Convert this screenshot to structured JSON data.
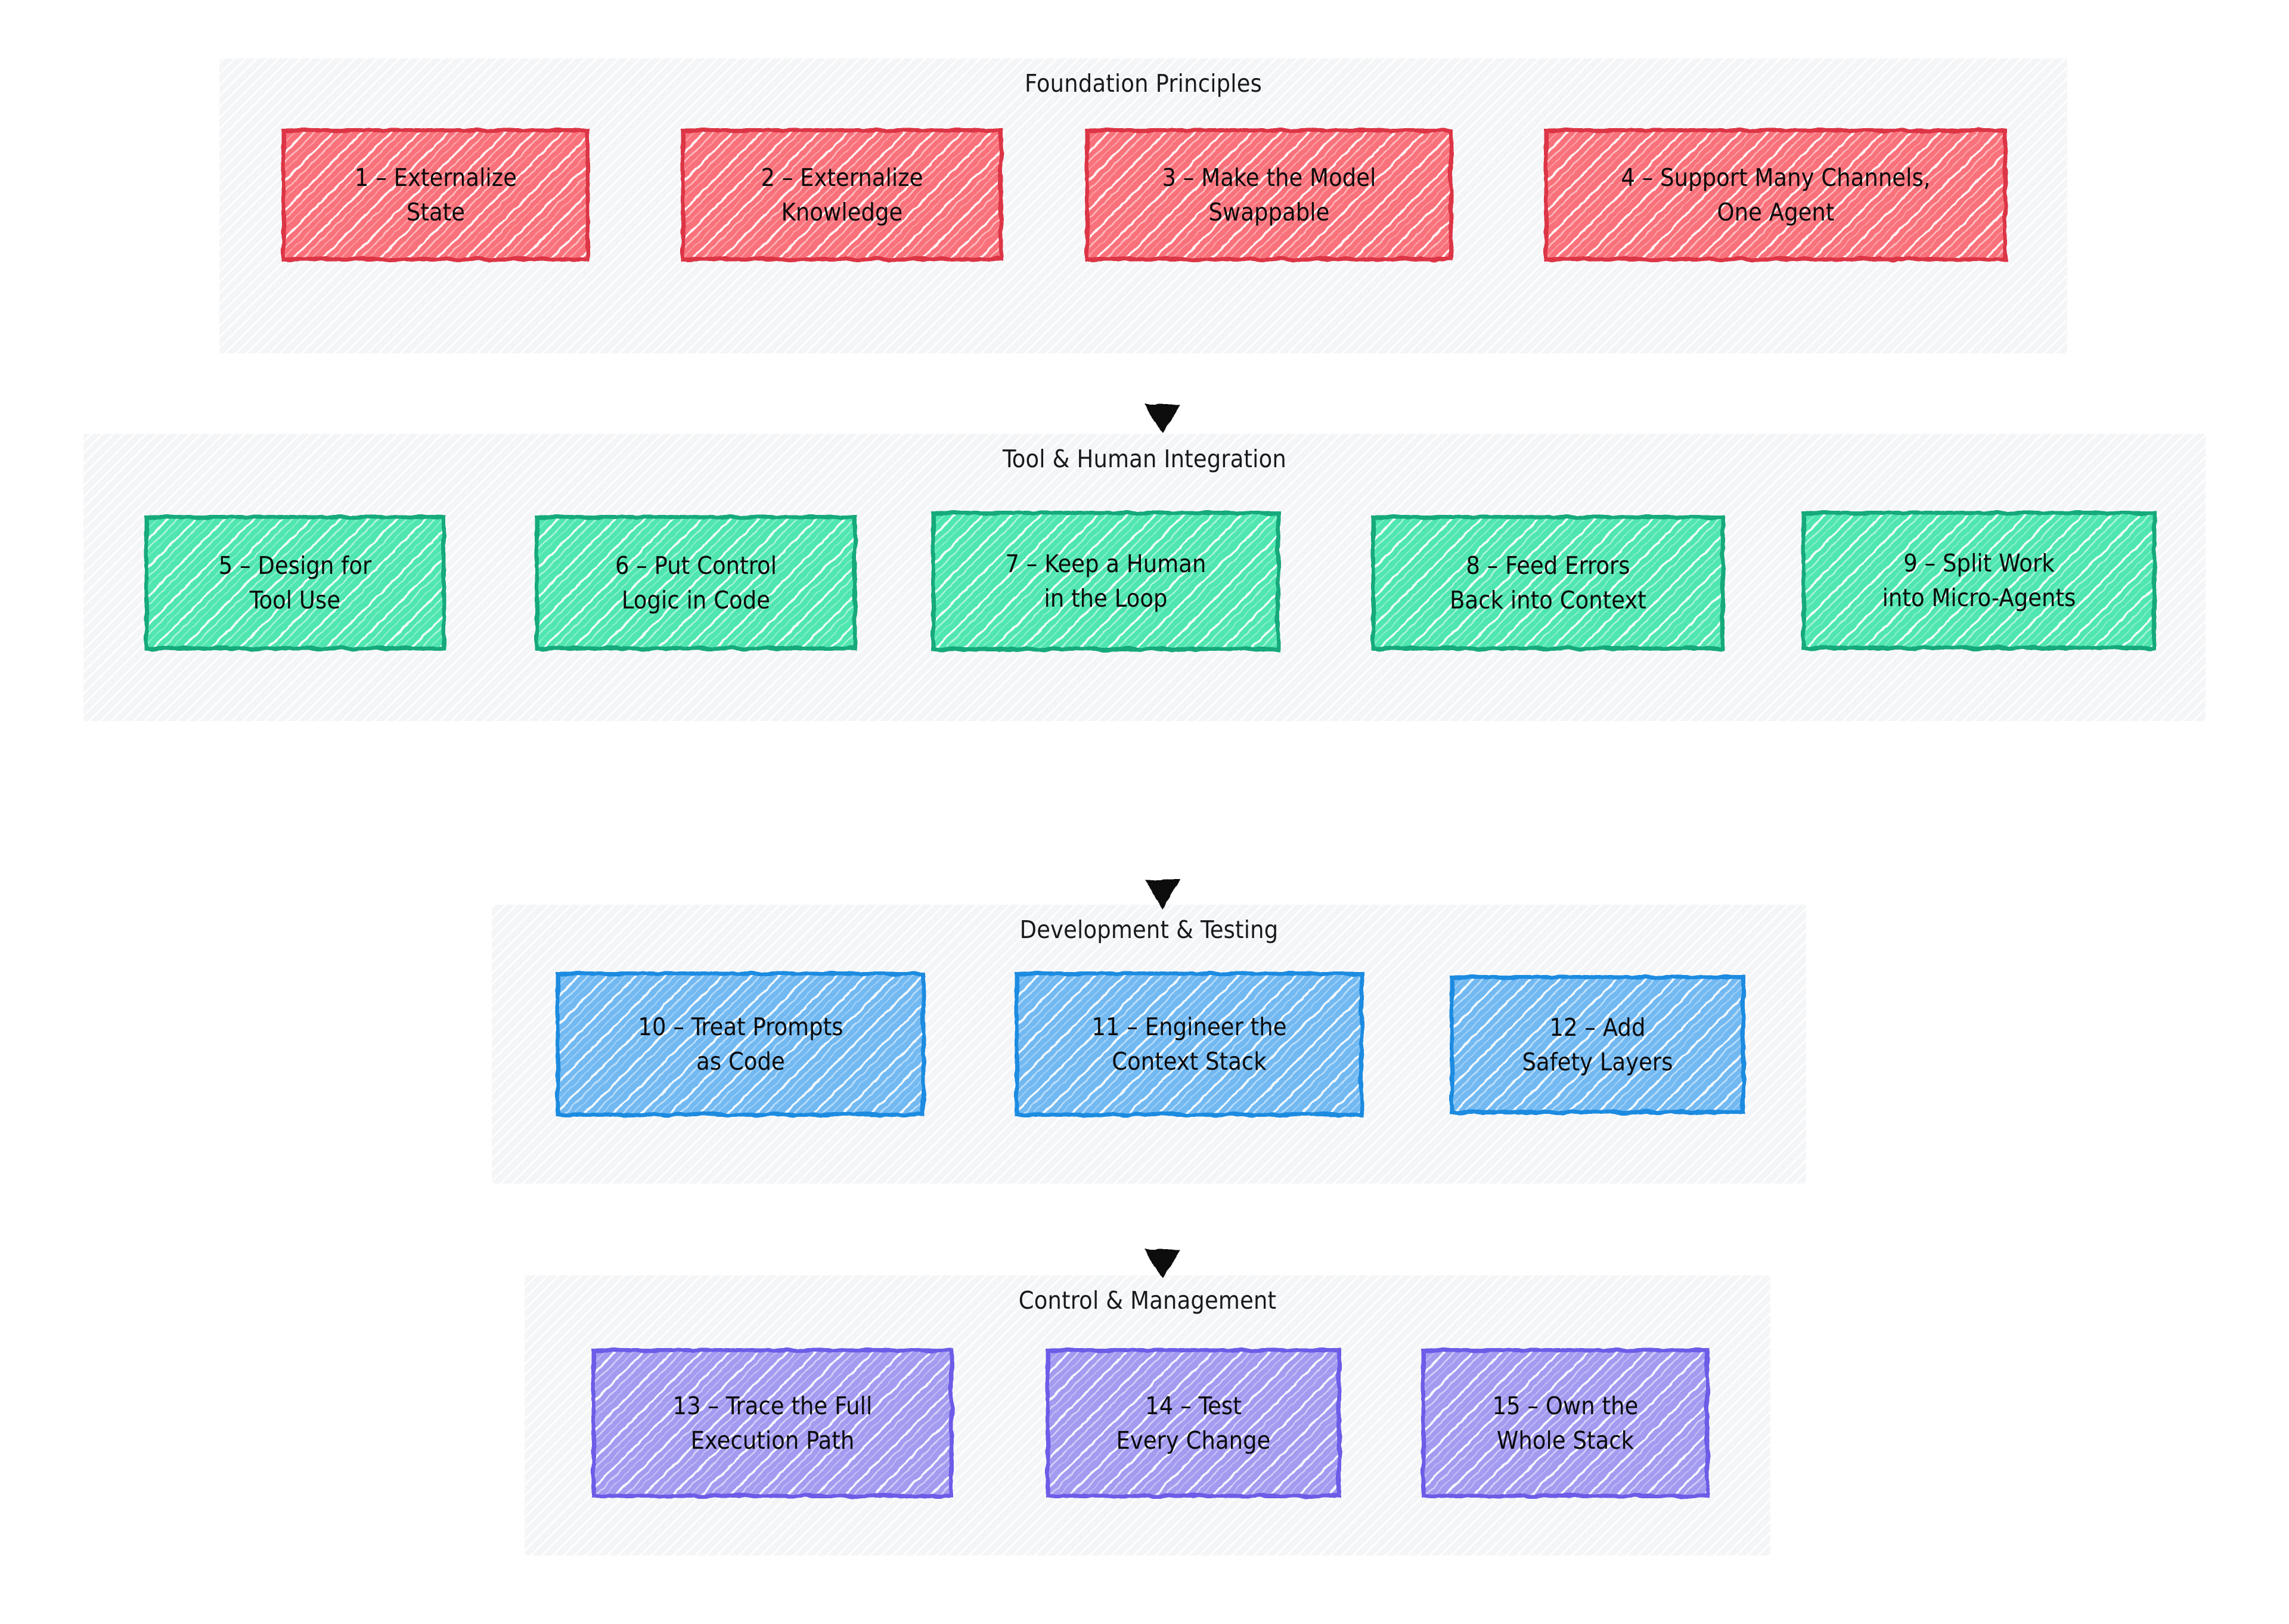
{
  "diagram": {
    "type": "flowchart",
    "direction": "top-to-bottom",
    "background_color": "#ffffff",
    "style": "hand-drawn-sketch",
    "subgraph_background": "#f4f5f7",
    "arrow_color": "#0a0a0a"
  },
  "sections": [
    {
      "id": "foundation",
      "title": "Foundation Principles",
      "color": "#F9717A",
      "stroke": "#DC3545",
      "nodes": [
        {
          "id": "n1",
          "label": "1 – Externalize\nState"
        },
        {
          "id": "n2",
          "label": "2 – Externalize\nKnowledge"
        },
        {
          "id": "n3",
          "label": "3 – Make the Model\nSwappable"
        },
        {
          "id": "n4",
          "label": "4 – Support Many Channels,\nOne Agent"
        }
      ]
    },
    {
      "id": "tool-human",
      "title": "Tool & Human Integration",
      "color": "#4FE6B0",
      "stroke": "#16A97C",
      "nodes": [
        {
          "id": "n5",
          "label": "5 – Design for\nTool Use"
        },
        {
          "id": "n6",
          "label": "6 – Put Control\nLogic in Code"
        },
        {
          "id": "n7",
          "label": "7 – Keep a Human\nin the Loop"
        },
        {
          "id": "n8",
          "label": "8 – Feed Errors\nBack into Context"
        },
        {
          "id": "n9",
          "label": "9 – Split Work\ninto Micro-Agents"
        }
      ]
    },
    {
      "id": "development-testing",
      "title": "Development & Testing",
      "color": "#72B9F2",
      "stroke": "#1F8BE0",
      "nodes": [
        {
          "id": "n10",
          "label": "10 – Treat Prompts\nas Code"
        },
        {
          "id": "n11",
          "label": "11 – Engineer the\nContext Stack"
        },
        {
          "id": "n12",
          "label": "12 – Add\nSafety Layers"
        }
      ]
    },
    {
      "id": "control-management",
      "title": "Control & Management",
      "color": "#A39BF0",
      "stroke": "#6C5CE7",
      "nodes": [
        {
          "id": "n13",
          "label": "13 – Trace the Full\nExecution Path"
        },
        {
          "id": "n14",
          "label": "14 – Test\nEvery Change"
        },
        {
          "id": "n15",
          "label": "15 – Own the\nWhole Stack"
        }
      ]
    }
  ],
  "connections": [
    {
      "from": "foundation",
      "to": "tool-human"
    },
    {
      "from": "tool-human",
      "to": "development-testing"
    },
    {
      "from": "development-testing",
      "to": "control-management"
    }
  ]
}
